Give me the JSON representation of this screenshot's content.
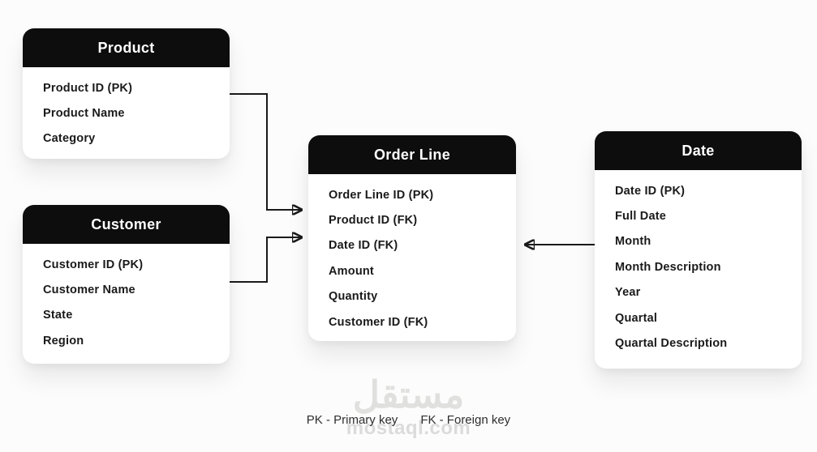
{
  "colors": {
    "header_bg": "#0d0d0d",
    "header_text": "#ffffff",
    "body_text": "#1a1a1a",
    "connector": "#1a1a1a",
    "watermark": "#e0e0de",
    "background": "#fcfcfc"
  },
  "tables": [
    {
      "name": "Product",
      "fields": [
        "Product ID (PK)",
        "Product Name",
        "Category"
      ]
    },
    {
      "name": "Customer",
      "fields": [
        "Customer ID (PK)",
        "Customer Name",
        "State",
        "Region"
      ]
    },
    {
      "name": "Order Line",
      "fields": [
        "Order Line ID (PK)",
        "Product ID (FK)",
        "Date ID (FK)",
        "Amount",
        "Quantity",
        "Customer ID (FK)"
      ]
    },
    {
      "name": "Date",
      "fields": [
        "Date ID (PK)",
        "Full Date",
        "Month",
        "Month Description",
        "Year",
        "Quartal",
        "Quartal Description"
      ]
    }
  ],
  "relationships": [
    {
      "from": "Product",
      "to": "Order Line"
    },
    {
      "from": "Customer",
      "to": "Order Line"
    },
    {
      "from": "Date",
      "to": "Order Line"
    }
  ],
  "legend": {
    "pk_label": "PK - Primary key",
    "fk_label": "FK - Foreign key"
  },
  "watermark": {
    "logo_text": "مستقل",
    "site_text": "mostaql.com"
  }
}
